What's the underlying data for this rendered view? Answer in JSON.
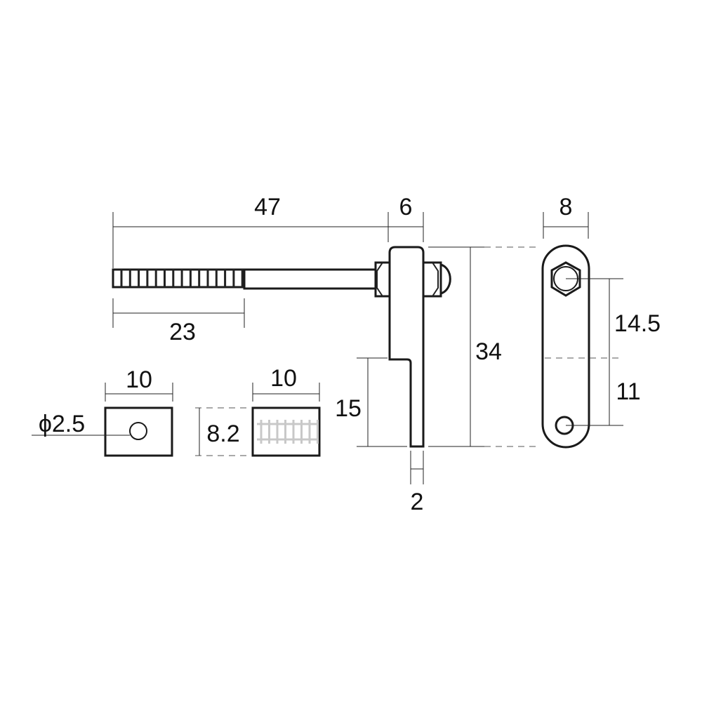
{
  "dimensions": {
    "screw_total_length": "47",
    "bracket_thickness": "6",
    "plate_width": "8",
    "thread_length": "23",
    "bracket_height": "34",
    "hole_spacing_upper": "14.5",
    "hole_spacing_lower": "11",
    "block1_width": "10",
    "block2_width": "10",
    "block_height": "8.2",
    "hook_length": "15",
    "hook_thickness": "2",
    "hole_diameter": "ϕ2.5"
  },
  "colors": {
    "line": "#1a1a1a",
    "thread_grey": "#c8c8c8"
  }
}
